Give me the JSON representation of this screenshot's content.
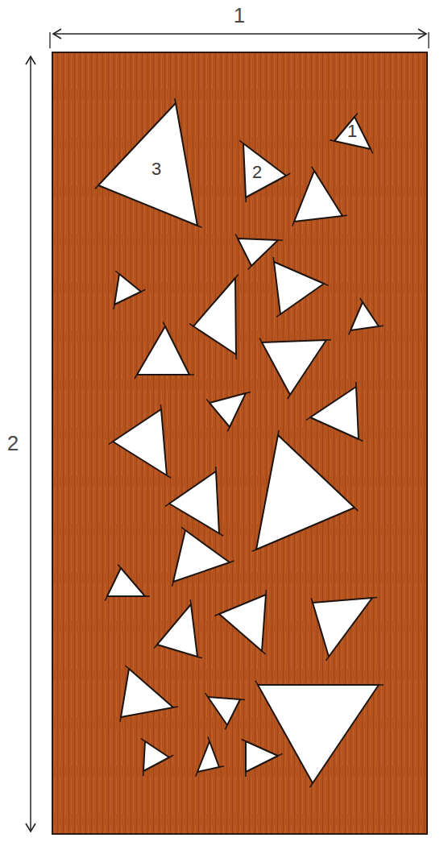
{
  "diagram": {
    "nodes": [
      {
        "text": [
          "3"
        ]
      },
      {
        "text": [
          "2"
        ]
      },
      {
        "text": [
          "1"
        ]
      }
    ],
    "labels": [
      "1",
      "2"
    ]
  }
}
